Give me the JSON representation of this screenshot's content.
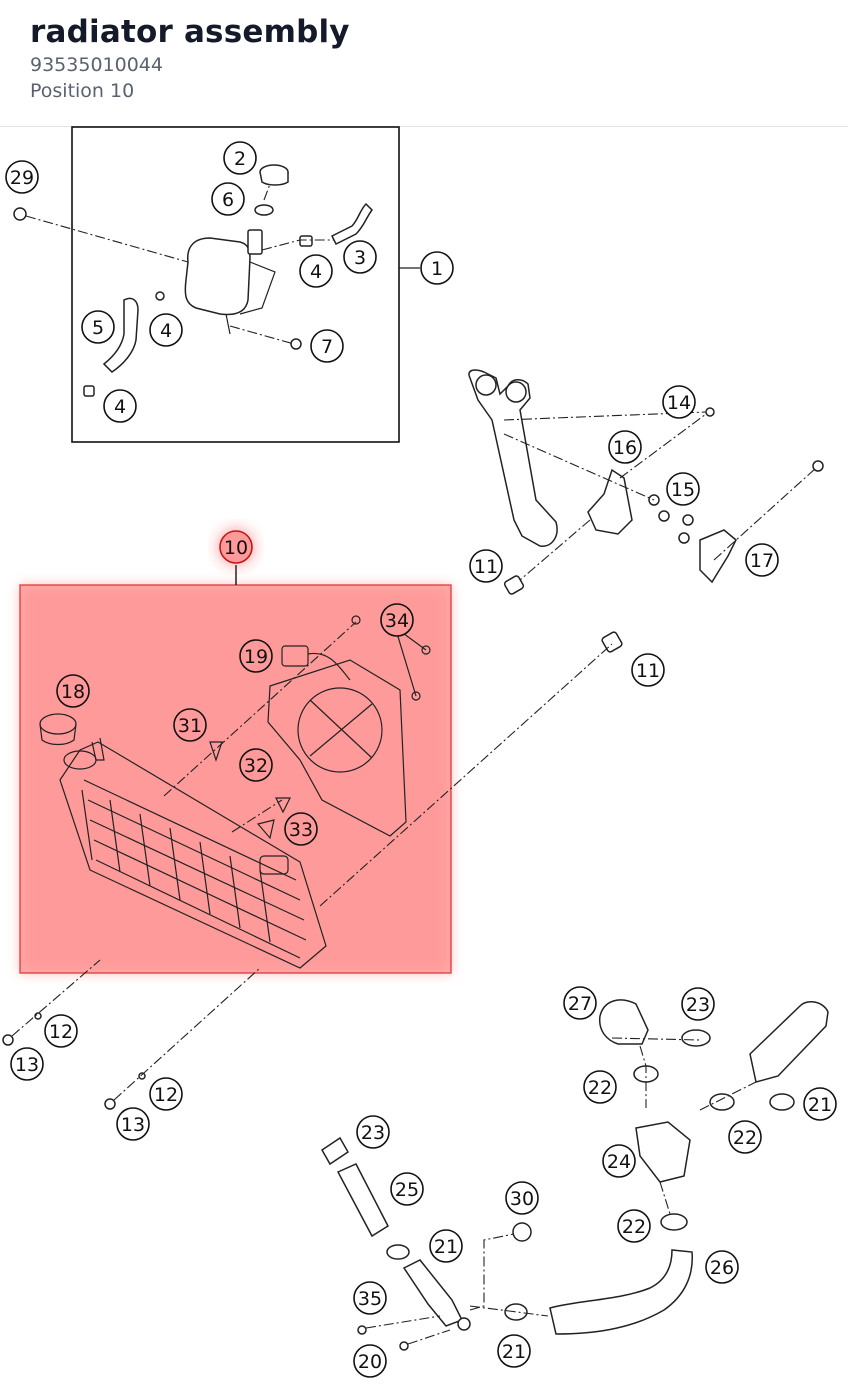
{
  "header": {
    "title": "radiator assembly",
    "part_number": "93535010044",
    "position": "Position 10"
  },
  "highlight": {
    "color": "#ff0000",
    "label": "10"
  },
  "callouts": {
    "c1": "1",
    "c2": "2",
    "c3": "3",
    "c4a": "4",
    "c4b": "4",
    "c4c": "4",
    "c5": "5",
    "c6": "6",
    "c7": "7",
    "c10": "10",
    "c11a": "11",
    "c11b": "11",
    "c12a": "12",
    "c12b": "12",
    "c13a": "13",
    "c13b": "13",
    "c14": "14",
    "c15": "15",
    "c16": "16",
    "c17": "17",
    "c18": "18",
    "c19": "19",
    "c20": "20",
    "c21a": "21",
    "c21b": "21",
    "c21c": "21",
    "c22a": "22",
    "c22b": "22",
    "c22c": "22",
    "c23a": "23",
    "c23b": "23",
    "c24": "24",
    "c25": "25",
    "c26": "26",
    "c27": "27",
    "c29": "29",
    "c30": "30",
    "c31": "31",
    "c32": "32",
    "c33": "33",
    "c34": "34",
    "c35": "35"
  }
}
